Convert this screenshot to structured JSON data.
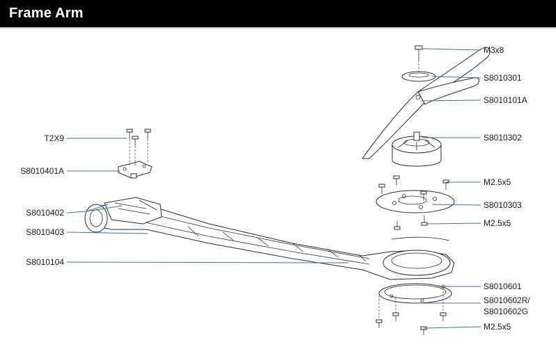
{
  "header": {
    "title": "Frame Arm"
  },
  "colors": {
    "header_bg": "#000000",
    "leader_line": "#3d6fa0"
  },
  "parts": {
    "screw_m3x8": "M3x8",
    "prop_adapter": "S8010301",
    "propeller": "S8010101A",
    "motor": "S8010302",
    "screw_m25x5_top": "M2.5x5",
    "motor_mount": "S8010303",
    "screw_m25x5_mid": "M2.5x5",
    "foot_cap": "S8010601",
    "led_cover_r": "S8010602R/",
    "led_cover_g": "S8010602G",
    "screw_m25x5_bottom": "M2.5x5",
    "screw_t2x9": "T2X9",
    "hinge_plate": "S8010401A",
    "hinge_lock": "S8010402",
    "hinge_sleeve": "S8010403",
    "arm_body": "S8010104"
  }
}
